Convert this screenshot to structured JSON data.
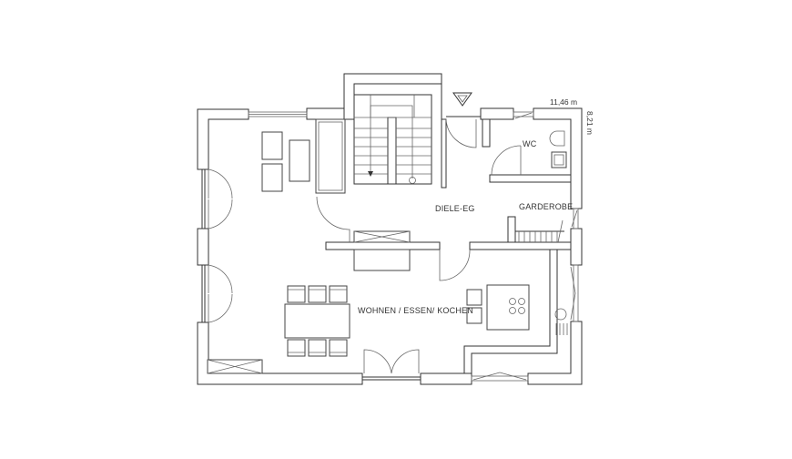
{
  "floor_plan": {
    "dimensions": {
      "width": "11,46 m",
      "depth": "8,21 m"
    },
    "rooms": {
      "wc": "WC",
      "hall": "DIELE-EG",
      "wardrobe": "GARDEROBE",
      "living": "WOHNEN / ESSEN/ KOCHEN"
    }
  }
}
